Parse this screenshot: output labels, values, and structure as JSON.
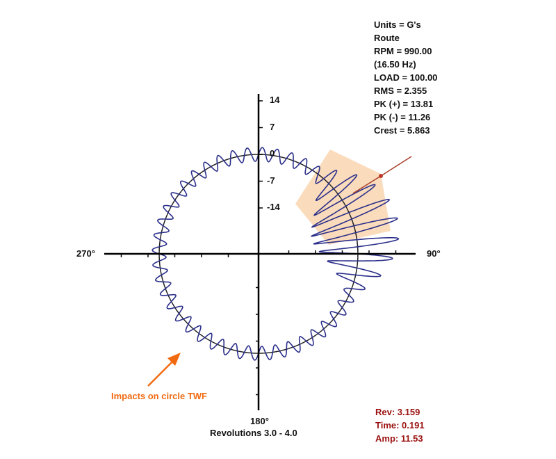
{
  "chart_data": {
    "type": "polar-line",
    "title": "Circle TWF",
    "xlabel": "Revolutions 3.0 - 4.0",
    "units": "G's",
    "radial_ticks": [
      "14",
      "7",
      "0",
      "-7",
      "-14"
    ],
    "radial_tick_values": [
      14,
      7,
      0,
      -7,
      -14
    ],
    "angle_labels": {
      "right": "90°",
      "left": "270°",
      "bottom": "180°"
    },
    "revolutions": [
      3.0,
      4.0
    ],
    "waveform": {
      "cycles_per_rev": 44,
      "baseline_amplitude": 1.8,
      "impact_zone_deg": [
        38,
        112
      ],
      "impact_peak_amplitude": 11.5
    },
    "cursor": {
      "angle_deg": 62,
      "amplitude": 11.53
    }
  },
  "info": {
    "lines": [
      "Units = G's",
      "Route",
      "RPM = 990.00",
      "(16.50 Hz)",
      "LOAD = 100.00",
      "RMS = 2.355",
      "PK (+) = 13.81",
      "PK (-) = 11.26",
      "Crest = 5.863"
    ]
  },
  "readout": {
    "rev": "Rev: 3.159",
    "time": "Time: 0.191",
    "amp": "Amp: 11.53"
  },
  "annotation": "Impacts on circle TWF",
  "colors": {
    "wave": "#2b2f8a",
    "highlight": "#f9d6b0",
    "annotation": "#f26a10",
    "cursor": "#a8402a",
    "readout": "#9b1010"
  }
}
